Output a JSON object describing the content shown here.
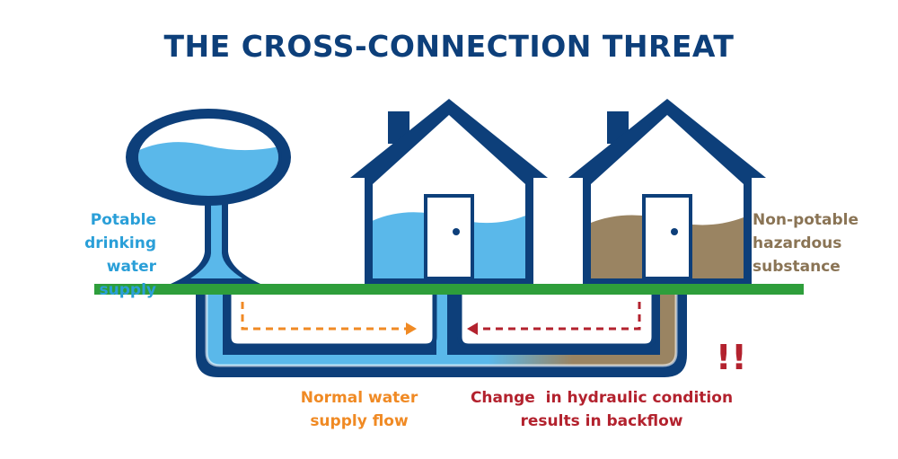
{
  "title": "THE CROSS-CONNECTION THREAT",
  "labels": {
    "potable": [
      "Potable",
      "drinking water",
      "supply"
    ],
    "nonpotable": [
      "Non-potable",
      "hazardous",
      "substance"
    ],
    "normal_flow": [
      "Normal water",
      "supply flow"
    ],
    "backflow": [
      "Change  in hydraulic condition",
      "results in backflow"
    ],
    "warning": "!!"
  },
  "colors": {
    "navy": "#0d3f7a",
    "water": "#5ab8ea",
    "ground": "#2e9e3b",
    "hazard": "#9a8462",
    "normal_flow": "#f08a24",
    "backflow": "#b3222e",
    "potable_text": "#2a9fd8",
    "nonpotable_text": "#8a7455"
  },
  "icons": [
    "water-tower-icon",
    "house-icon",
    "door-icon",
    "flow-arrow-icon",
    "exclamation-icon"
  ]
}
